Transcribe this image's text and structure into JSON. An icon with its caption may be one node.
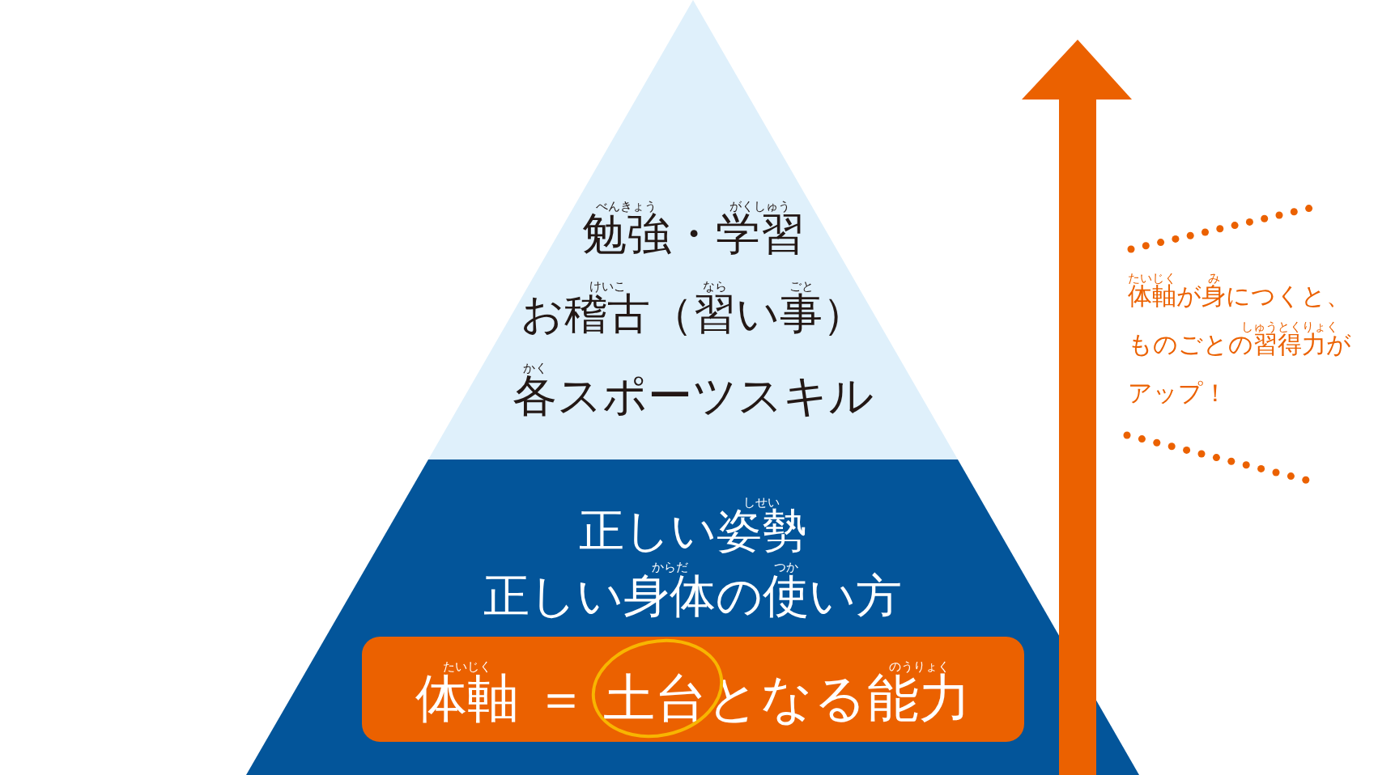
{
  "diagram": {
    "nodes": [
      {
        "text": [
          "勉強・学習",
          "お稽古（習い事）",
          "各スポーツスキル"
        ]
      },
      {
        "text": [
          "正しい姿勢",
          "正しい身体の使い方"
        ]
      },
      {
        "text": [
          "体軸 ＝ 土台となる能力"
        ],
        "in": 1
      }
    ],
    "labels": [
      "べんきょう",
      "がくしゅう",
      "けいこ",
      "なら",
      "ごと",
      "かく",
      "しせい",
      "からだ",
      "つか",
      "たいじく",
      "のうりょく",
      "たいじく",
      "み",
      "しゅうとくりょく",
      "体軸が身につくと、ものごとの習得力がアップ！"
    ]
  }
}
